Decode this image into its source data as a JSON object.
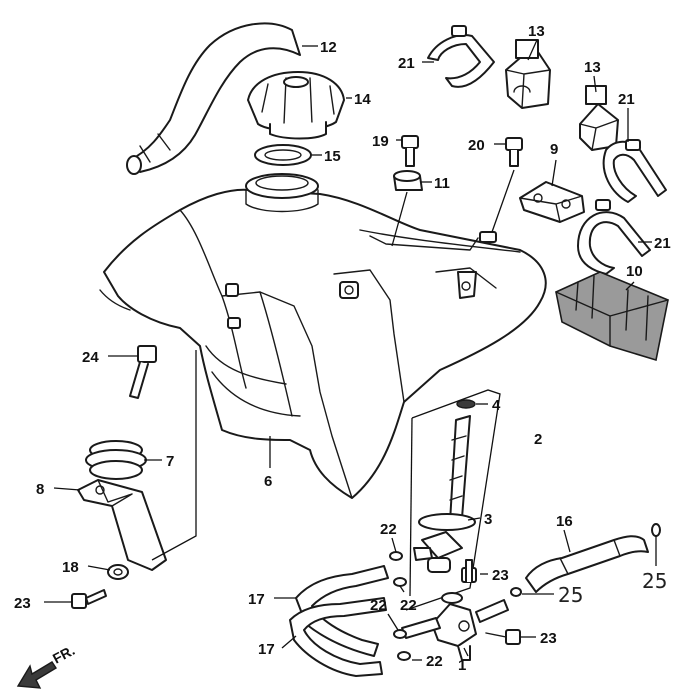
{
  "callouts": {
    "c1": "1",
    "c2": "2",
    "c3": "3",
    "c4": "4",
    "c6": "6",
    "c7": "7",
    "c8": "8",
    "c9": "9",
    "c10": "10",
    "c11": "11",
    "c12": "12",
    "c13a": "13",
    "c13b": "13",
    "c14": "14",
    "c15": "15",
    "c16": "16",
    "c17a": "17",
    "c17b": "17",
    "c18": "18",
    "c19": "19",
    "c20": "20",
    "c21a": "21",
    "c21b": "21",
    "c21c": "21",
    "c22a": "22",
    "c22b": "22",
    "c22c": "22",
    "c22d": "22",
    "c23a": "23",
    "c23b": "23",
    "c23c": "23",
    "c24": "24",
    "c25a": "25",
    "c25b": "25"
  },
  "direction_label": "FR.",
  "icons": {
    "direction": "front-arrow-icon"
  }
}
